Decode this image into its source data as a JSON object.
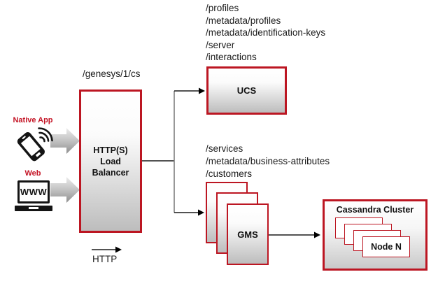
{
  "colors": {
    "accent_red": "#bc1622",
    "connector_gray": "#7f7f7f",
    "connector_black": "#1a1a1a"
  },
  "clients": {
    "native_app": {
      "label": "Native App"
    },
    "web": {
      "label": "Web",
      "screen_text": "WWW"
    }
  },
  "load_balancer": {
    "path": "/genesys/1/cs",
    "label": "HTTP(S)\nLoad\nBalancer"
  },
  "ucs": {
    "label": "UCS",
    "endpoints": [
      "/profiles",
      "/metadata/profiles",
      "/metadata/identification-keys",
      "/server",
      "/interactions"
    ]
  },
  "gms": {
    "label": "GMS",
    "endpoints": [
      "/services",
      "/metadata/business-attributes",
      "/customers"
    ]
  },
  "cassandra": {
    "title": "Cassandra Cluster",
    "node_label": "Node N"
  },
  "legend": {
    "label": "HTTP"
  }
}
